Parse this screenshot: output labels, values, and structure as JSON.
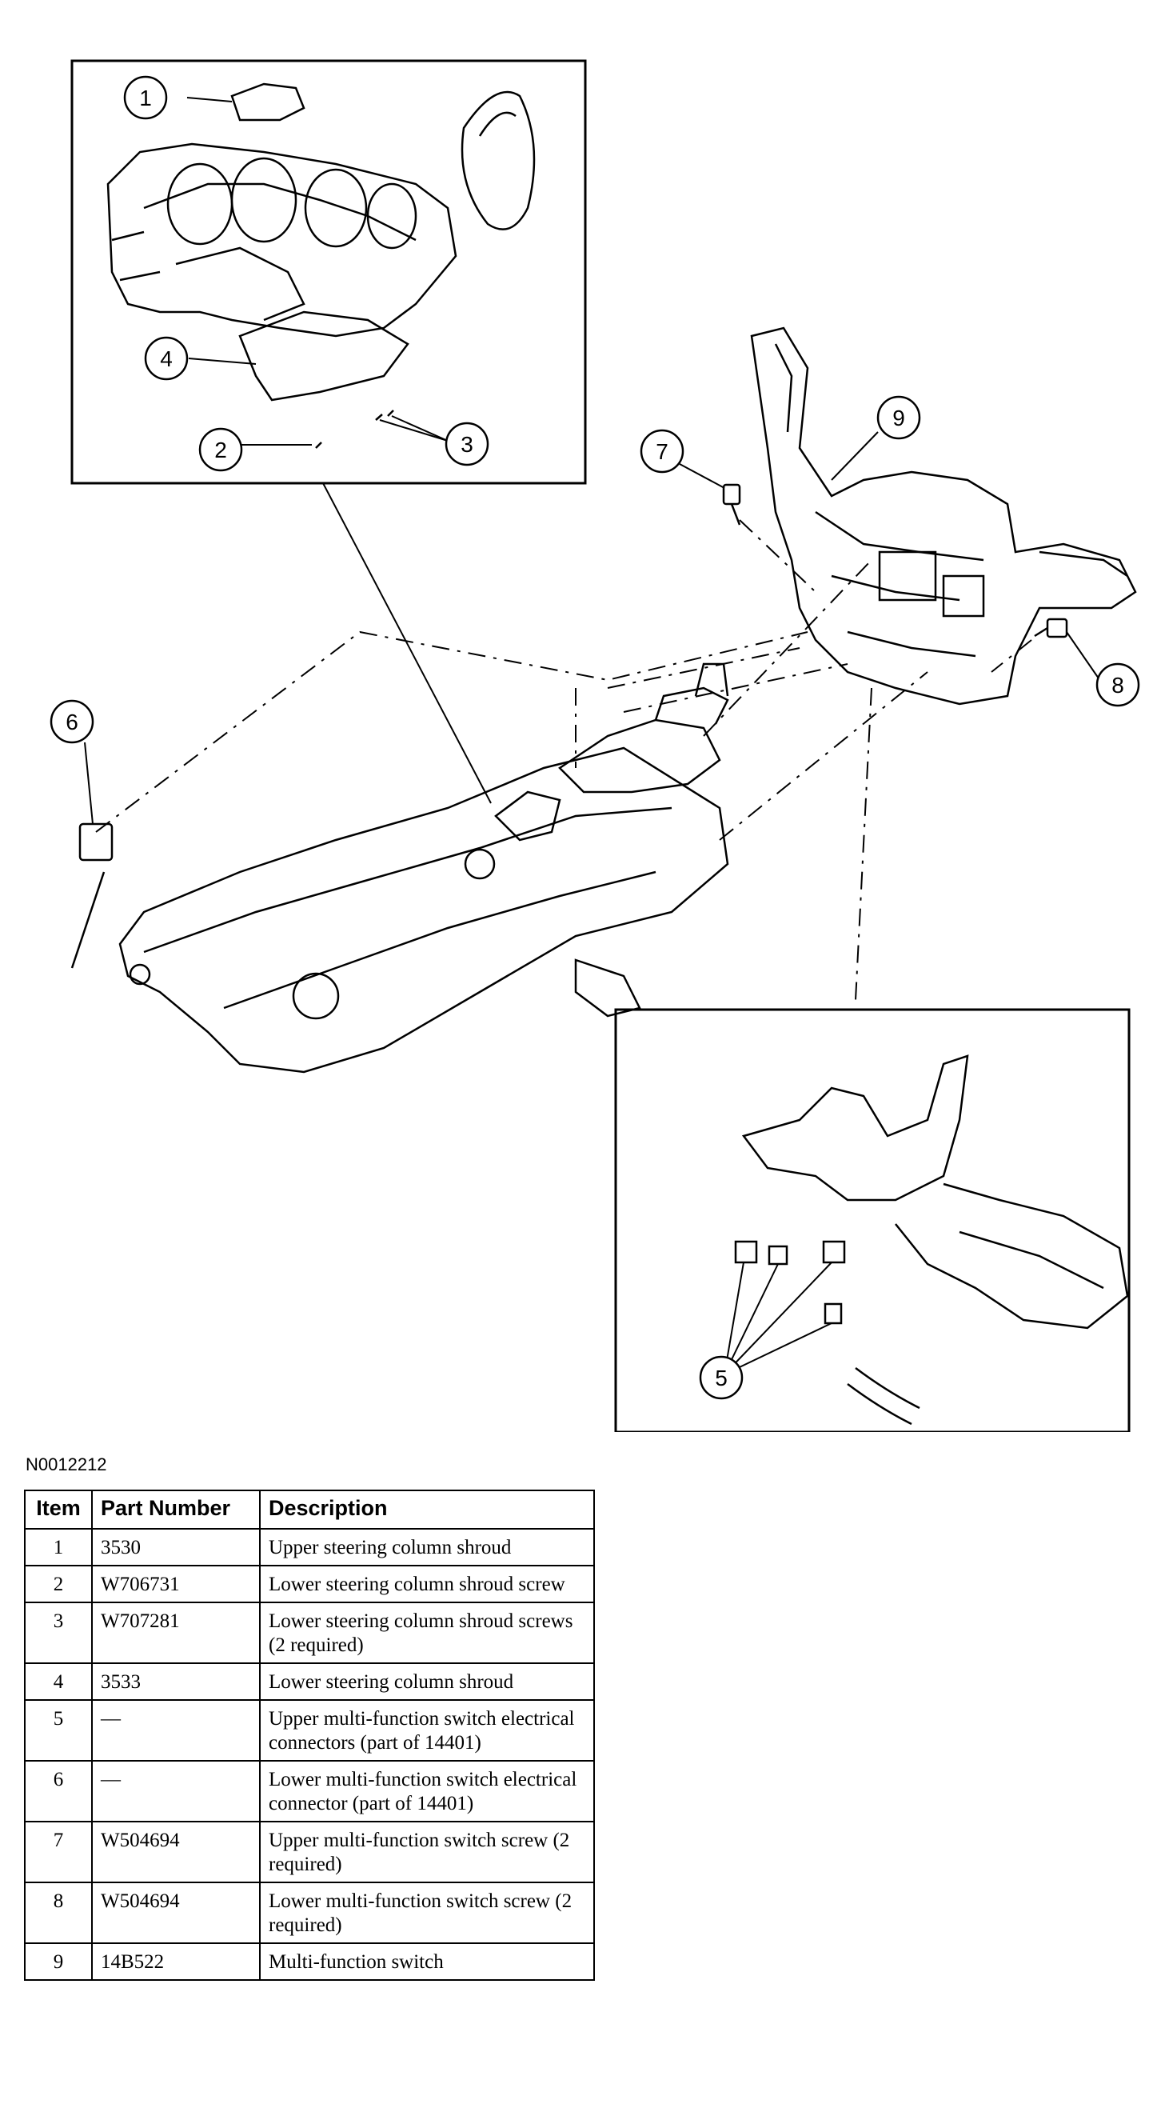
{
  "figure": {
    "id": "N0012212",
    "callouts": [
      "1",
      "2",
      "3",
      "4",
      "5",
      "6",
      "7",
      "8",
      "9"
    ]
  },
  "table": {
    "headers": [
      "Item",
      "Part Number",
      "Description"
    ],
    "rows": [
      {
        "item": "1",
        "part": "3530",
        "desc": "Upper steering column shroud"
      },
      {
        "item": "2",
        "part": "W706731",
        "desc": "Lower steering column shroud screw"
      },
      {
        "item": "3",
        "part": "W707281",
        "desc": "Lower steering column shroud screws (2 required)"
      },
      {
        "item": "4",
        "part": "3533",
        "desc": "Lower steering column shroud"
      },
      {
        "item": "5",
        "part": "—",
        "desc": "Upper multi-function switch electrical connectors (part of 14401)"
      },
      {
        "item": "6",
        "part": "—",
        "desc": "Lower multi-function switch electrical connector (part of 14401)"
      },
      {
        "item": "7",
        "part": "W504694",
        "desc": "Upper multi-function switch screw (2 required)"
      },
      {
        "item": "8",
        "part": "W504694",
        "desc": "Lower multi-function switch screw (2 required)"
      },
      {
        "item": "9",
        "part": "14B522",
        "desc": "Multi-function switch"
      }
    ]
  }
}
